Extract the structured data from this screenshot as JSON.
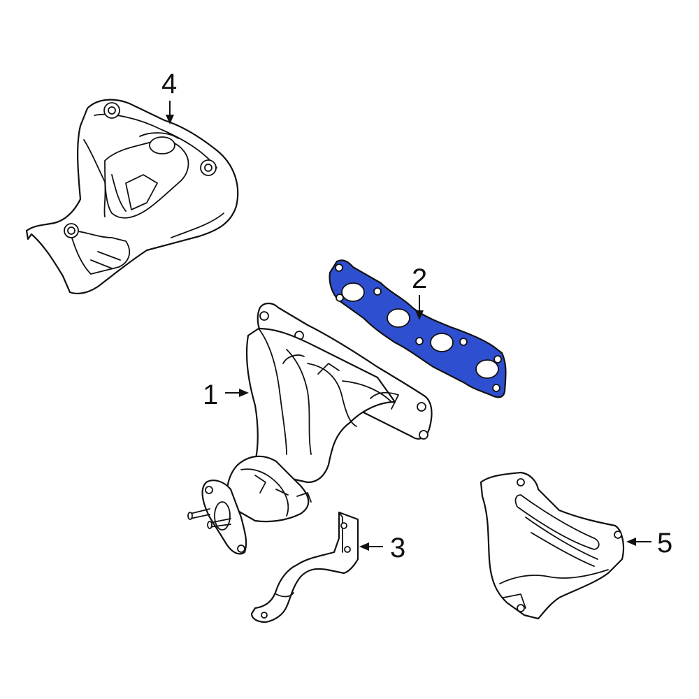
{
  "callouts": [
    {
      "id": "1",
      "text": "1"
    },
    {
      "id": "2",
      "text": "2"
    },
    {
      "id": "3",
      "text": "3"
    },
    {
      "id": "4",
      "text": "4"
    },
    {
      "id": "5",
      "text": "5"
    }
  ],
  "colors": {
    "highlight_fill": "#2f4fd1",
    "line": "#111111",
    "background": "#ffffff"
  }
}
